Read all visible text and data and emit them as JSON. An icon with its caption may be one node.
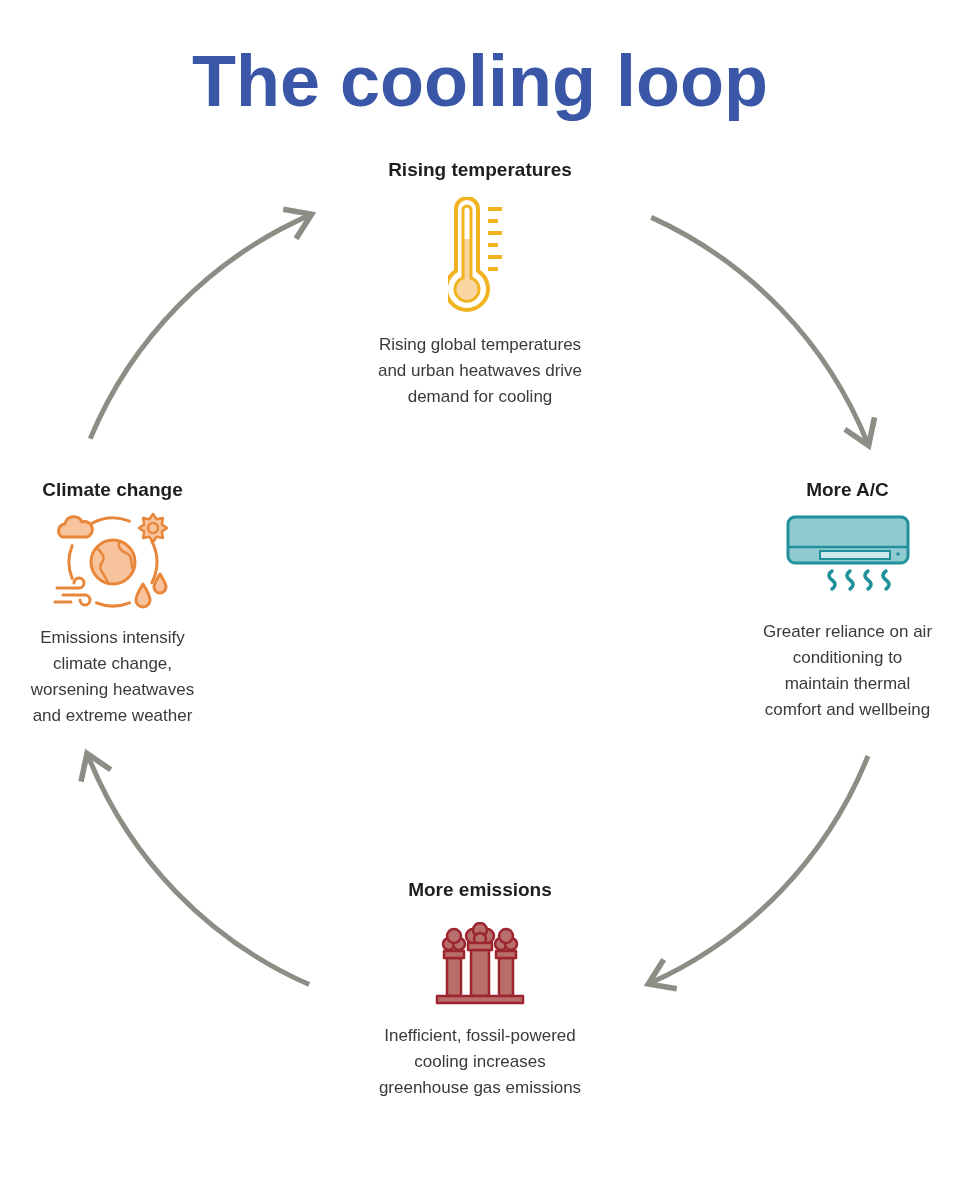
{
  "diagram": {
    "title": "The cooling loop",
    "nodes": [
      {
        "text": [
          "Rising temperatures",
          "Rising global temperatures and urban heatwaves drive demand for cooling"
        ]
      },
      {
        "text": [
          "Climate change",
          "Emissions intensify climate change, worsening heatwaves and extreme weather"
        ]
      },
      {
        "text": [
          "More A/C",
          "Greater reliance on air conditioning to maintain thermal comfort and wellbeing"
        ]
      },
      {
        "text": [
          "More emissions",
          "Inefficient, fossil-powered cooling increases greenhouse gas emissions"
        ]
      }
    ],
    "edges": [
      {
        "from": 0,
        "to": 2,
        "arrow": "to"
      },
      {
        "from": 2,
        "to": 3,
        "arrow": "to"
      },
      {
        "from": 3,
        "to": 1,
        "arrow": "to"
      },
      {
        "from": 1,
        "to": 0,
        "arrow": "to"
      }
    ]
  }
}
